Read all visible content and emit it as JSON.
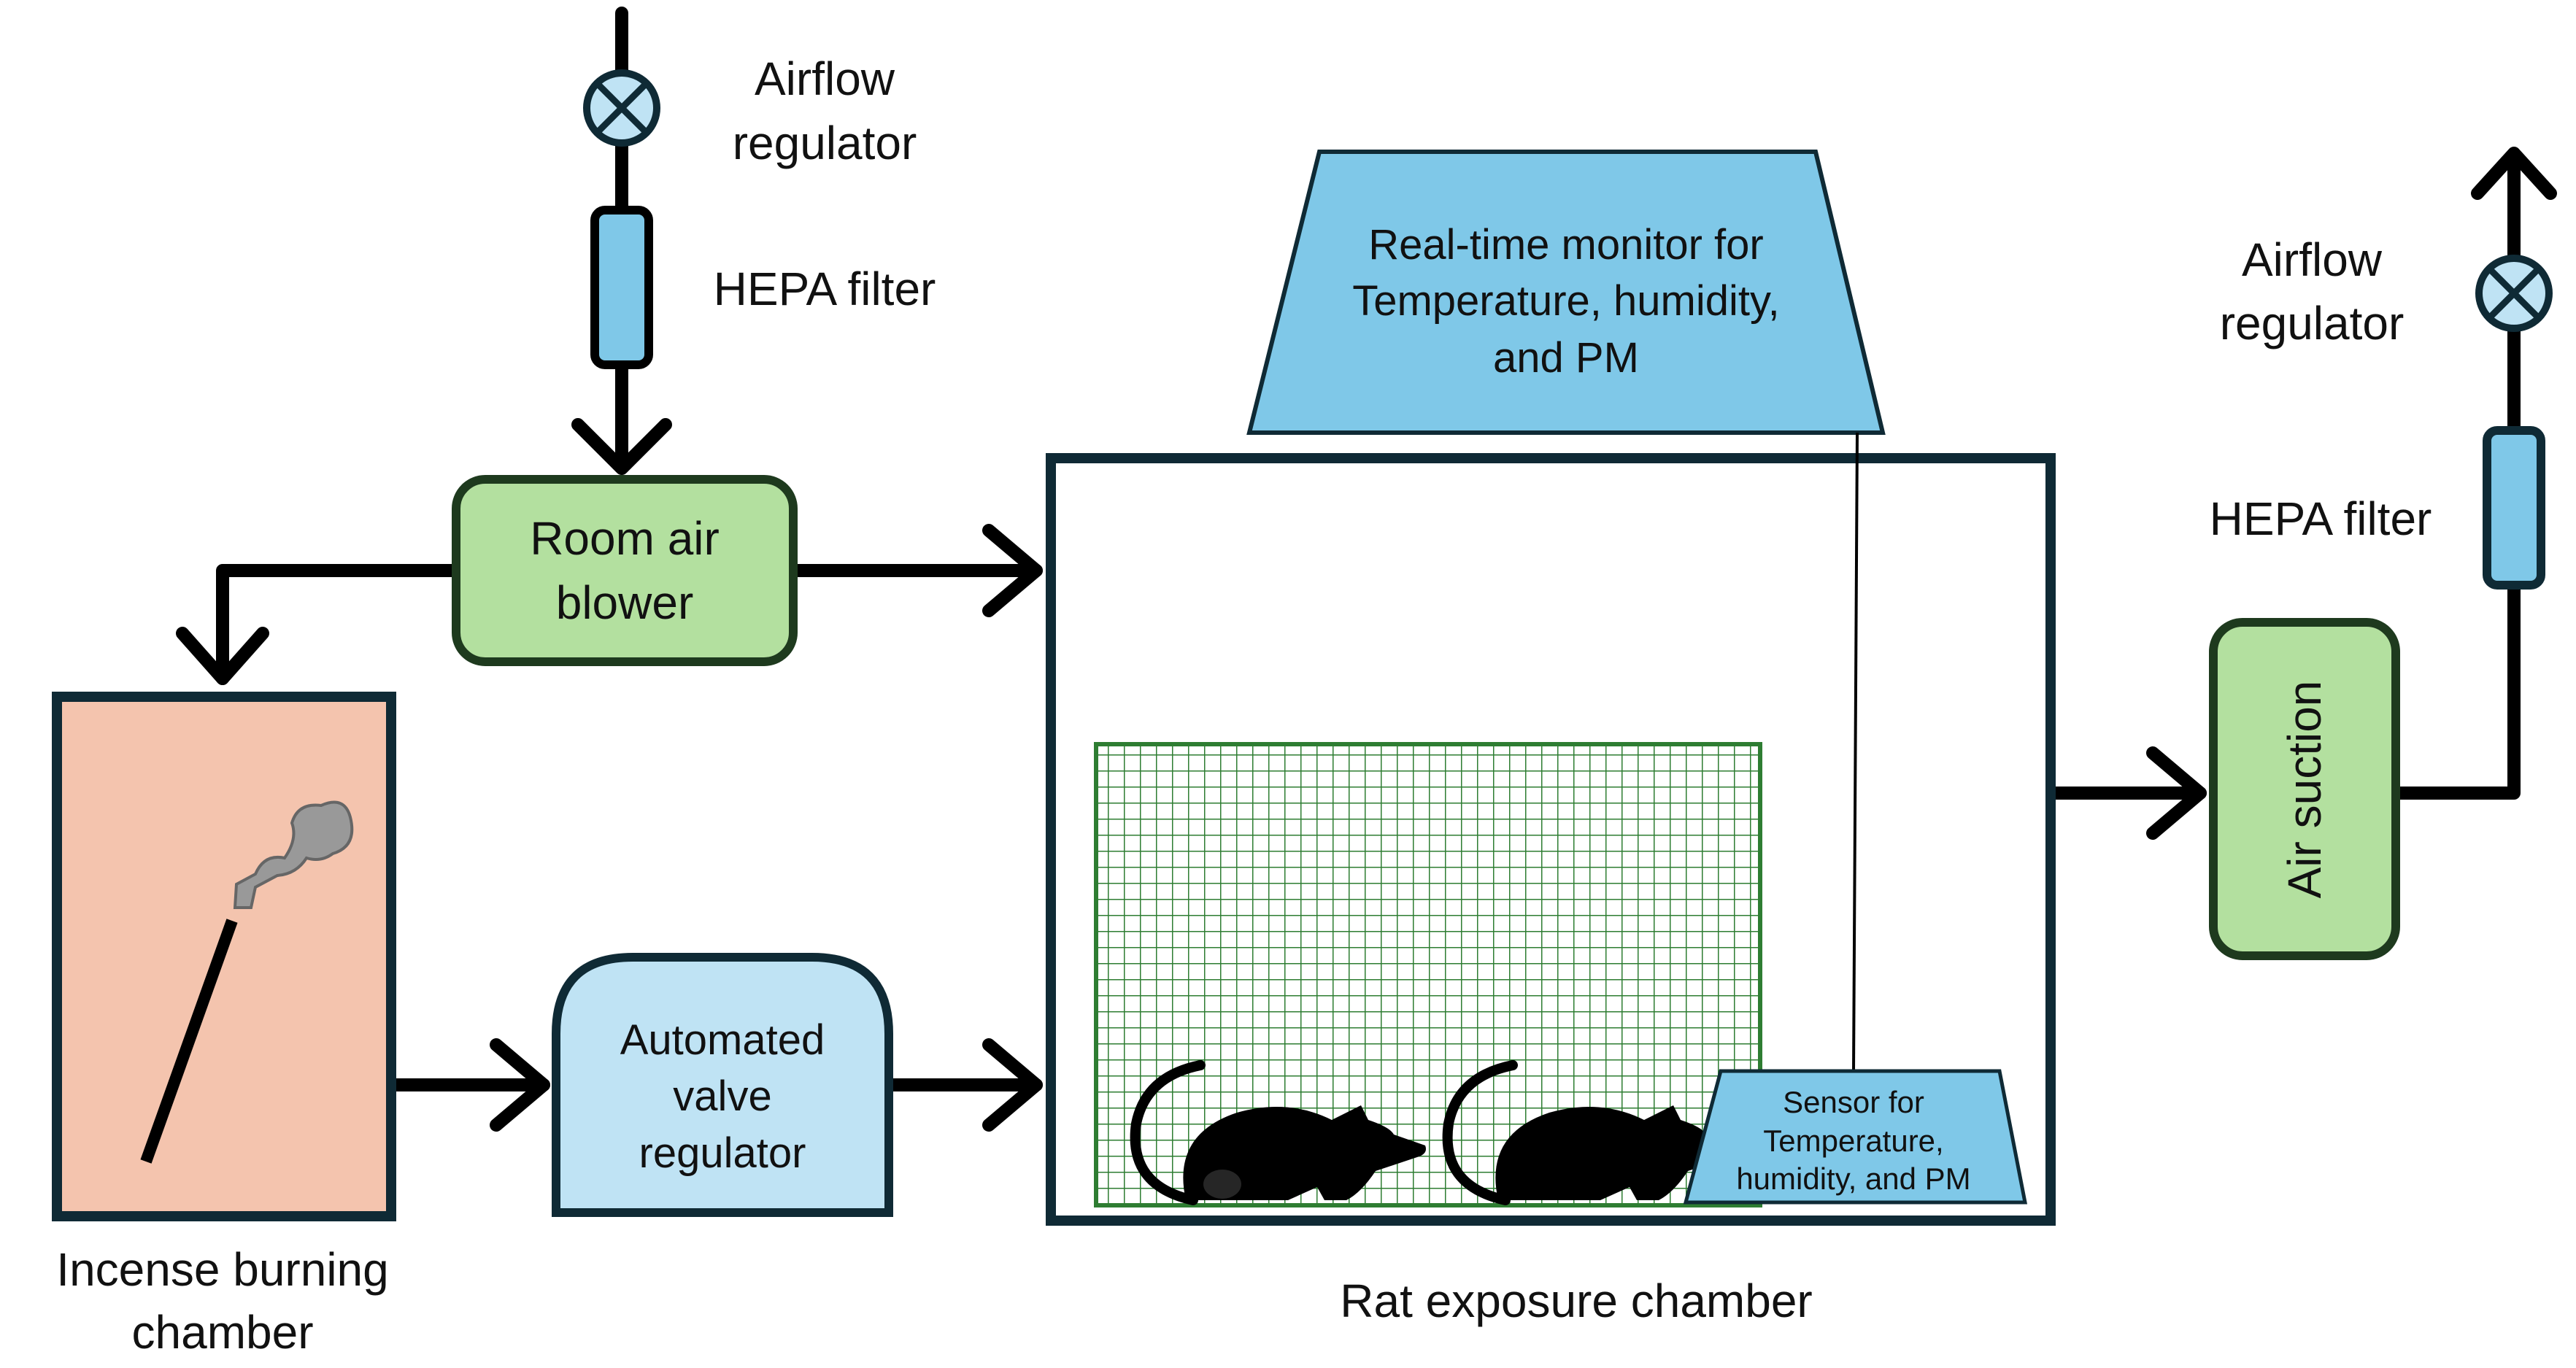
{
  "labels": {
    "airflow_regulator_left": [
      "Airflow",
      "regulator"
    ],
    "hepa_filter_left": "HEPA filter",
    "room_air_blower": [
      "Room air",
      "blower"
    ],
    "incense_chamber": [
      "Incense burning",
      "chamber"
    ],
    "automated_valve": [
      "Automated",
      "valve",
      "regulator"
    ],
    "monitor": [
      "Real-time  monitor  for",
      "Temperature,  humidity,",
      "and PM"
    ],
    "sensor": [
      "Sensor for",
      "Temperature,",
      "humidity,  and PM"
    ],
    "rat_chamber": "Rat exposure chamber",
    "air_suction": "Air suction",
    "airflow_regulator_right": [
      "Airflow",
      "regulator"
    ],
    "hepa_filter_right": "HEPA filter"
  },
  "colors": {
    "green_fill": "#b3e09f",
    "green_border": "#1e3a1e",
    "blue_fill": "#7fc8e8",
    "light_blue_fill": "#bfe3f4",
    "salmon_fill": "#f4c4ae",
    "dark_border": "#0f2a35",
    "cage_grid": "#2e7d32",
    "smoke": "#999999"
  },
  "icons": {
    "regulator": "circle-x-valve-icon",
    "rat": "rat-silhouette-icon",
    "incense": "incense-stick-icon"
  }
}
